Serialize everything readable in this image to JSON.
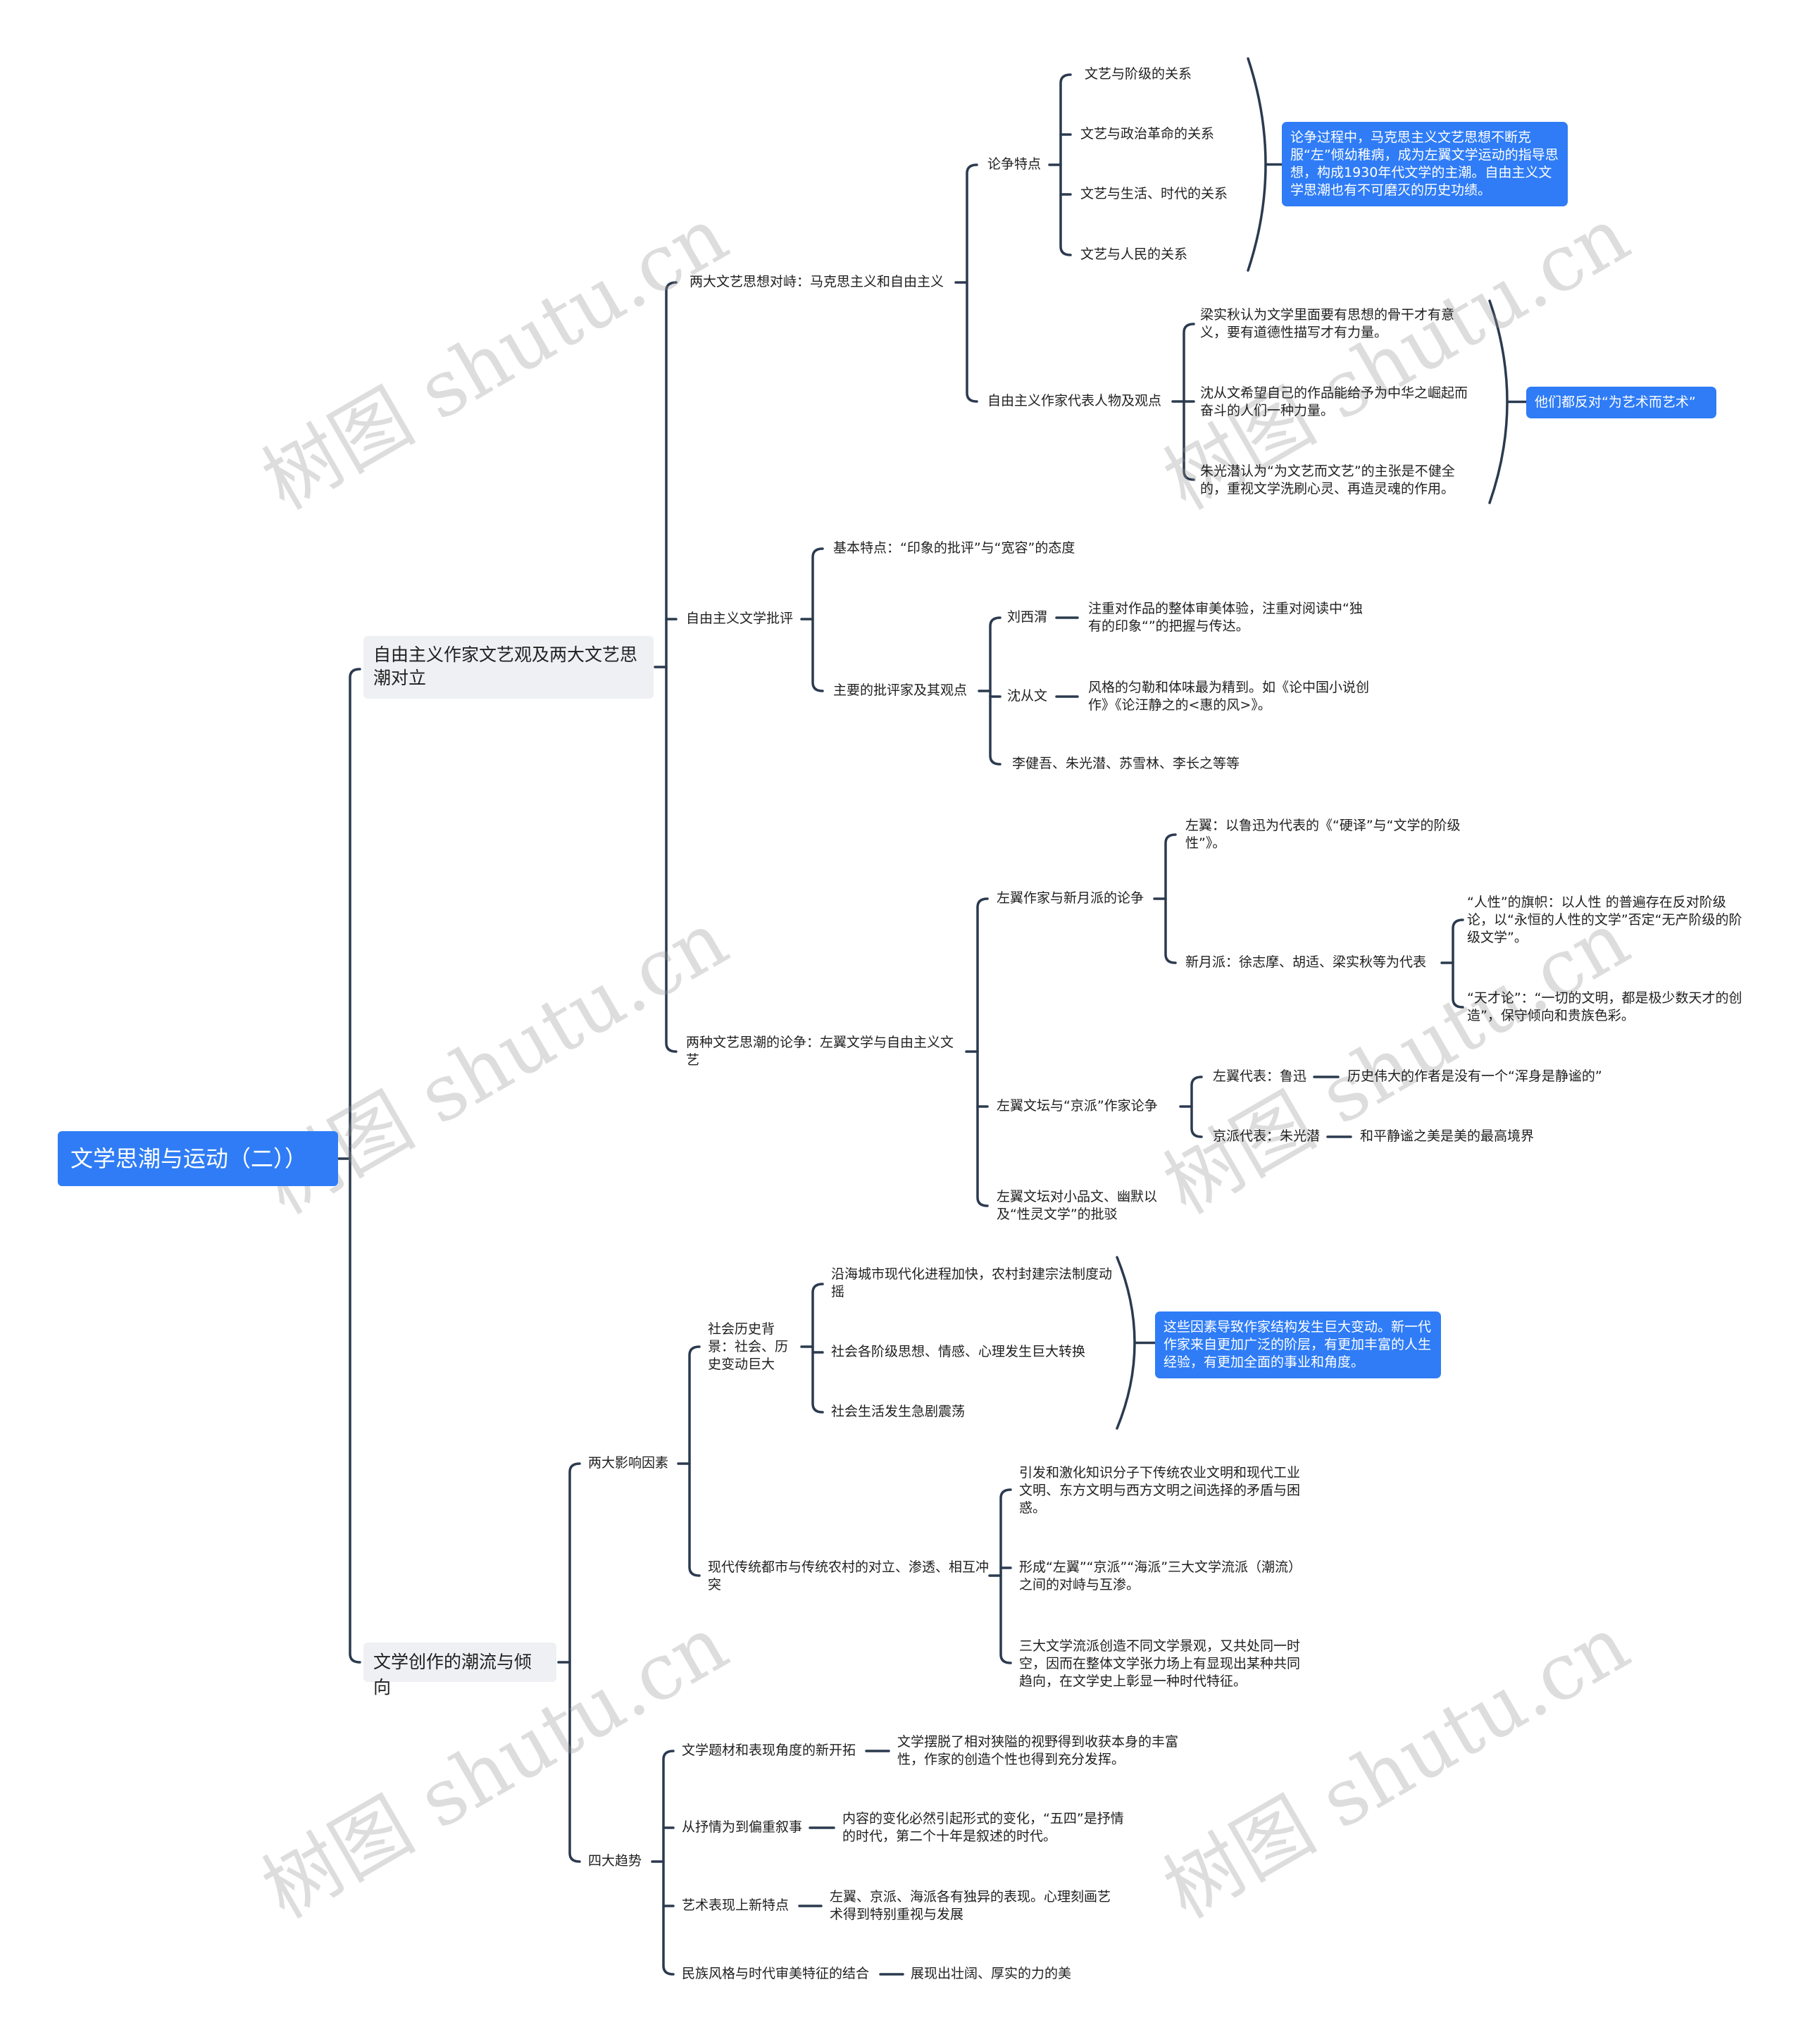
{
  "colors": {
    "line": "#2b3a4f",
    "accent": "#2f7cf6",
    "branch_bg": "#eef0f3"
  },
  "watermark": "树图 shutu.cn",
  "root": "文学思潮与运动（二））",
  "b1": {
    "title": "自由主义作家文艺观及两大文艺思潮对立",
    "a": {
      "title": "两大文艺思想对峙：马克思主义和自由主义",
      "features": {
        "title": "论争特点",
        "items": [
          "文艺与阶级的关系",
          "文艺与政治革命的关系",
          "文艺与生活、时代的关系",
          "文艺与人民的关系"
        ],
        "note": "论争过程中，马克思主义文艺思想不断克服“左”倾幼稚病，成为左翼文学运动的指导思想，构成1930年代文学的主潮。自由主义文学思潮也有不可磨灭的历史功绩。"
      },
      "writers": {
        "title": "自由主义作家代表人物及观点",
        "items": [
          " 梁实秋认为文学里面要有思想的骨干才有意义，要有道德性描写才有力量。",
          "沈从文希望自己的作品能给予为中华之崛起而奋斗的人们一种力量。",
          " 朱光潜认为“为文艺而文艺”的主张是不健全的，重视文学洗刷心灵、再造灵魂的作用。"
        ],
        "note": "他们都反对“为艺术而艺术”"
      }
    },
    "b": {
      "title": "自由主义文学批评",
      "basic": "基本特点：“印象的批评”与“宽容”的态度",
      "critics": {
        "title": "主要的批评家及其观点",
        "liu": {
          "name": "刘西渭",
          "desc": "注重对作品的整体审美体验，注重对阅读中“独有的印象“”的把握与传达。"
        },
        "shen": {
          "name": "沈从文",
          "desc": "风格的匀勒和体味最为精到。如《论中国小说创作》《论汪静之的<惠的风>》。"
        },
        "others": "李健吾、朱光潜、苏雪林、李长之等等"
      }
    },
    "c": {
      "title": "两种文艺思潮的论争：左翼文学与自由主义文艺",
      "xinyue": {
        "title": "左翼作家与新月派的论争",
        "left": "左翼：以鲁迅为代表的《“硬译”与“文学的阶级性”》。",
        "xy": {
          "title": "新月派：徐志摩、胡适、梁实秋等为代表",
          "items": [
            " “人性”的旗帜：以人性 的普遍存在反对阶级论，以“永恒的人性的文学”否定“无产阶级的阶级文学”。",
            " “天才论”：“一切的文明，都是极少数天才的创造”，保守倾向和贵族色彩。"
          ]
        }
      },
      "jing": {
        "title": "左翼文坛与“京派”作家论争",
        "left": {
          "label": "左翼代表：鲁迅",
          "desc": "历史伟大的作者是没有一个“浑身是静谧的”"
        },
        "jp": {
          "label": "京派代表：朱光潜",
          "desc": "和平静谧之美是美的最高境界"
        }
      },
      "critique": "左翼文坛对小品文、幽默以及“性灵文学”的批驳"
    }
  },
  "b2": {
    "title": "文学创作的潮流与倾向",
    "factors": {
      "title": "两大影响因素",
      "social": {
        "title": "社会历史背景：社会、历史变动巨大",
        "items": [
          "沿海城市现代化进程加快，农村封建宗法制度动摇",
          "社会各阶级思想、情感、心理发生巨大转换",
          "社会生活发生急剧震荡"
        ],
        "note": "这些因素导致作家结构发生巨大变动。新一代作家来自更加广泛的阶层，有更加丰富的人生经验，有更加全面的事业和角度。"
      },
      "urban": {
        "title": "现代传统都市与传统农村的对立、渗透、相互冲突",
        "items": [
          " 引发和激化知识分子下传统农业文明和现代工业文明、东方文明与西方文明之间选择的矛盾与困惑。",
          "形成“左翼”“京派”“海派”三大文学流派（潮流）之间的对峙与互渗。",
          "三大文学流派创造不同文学景观，又共处同一时空，因而在整体文学张力场上有显现出某种共同趋向，在文学史上彰显一种时代特征。"
        ]
      }
    },
    "trends": {
      "title": "四大趋势",
      "items": [
        {
          "label": "文学题材和表现角度的新开拓",
          "desc": "文学摆脱了相对狭隘的视野得到收获本身的丰富性，作家的创造个性也得到充分发挥。"
        },
        {
          "label": "从抒情为到偏重叙事",
          "desc": "内容的变化必然引起形式的变化，“五四”是抒情的时代，第二个十年是叙述的时代。"
        },
        {
          "label": "艺术表现上新特点",
          "desc": "左翼、京派、海派各有独异的表现。心理刻画艺术得到特别重视与发展"
        },
        {
          "label": "民族风格与时代审美特征的结合",
          "desc": "展现出壮阔、厚实的力的美"
        }
      ]
    }
  }
}
